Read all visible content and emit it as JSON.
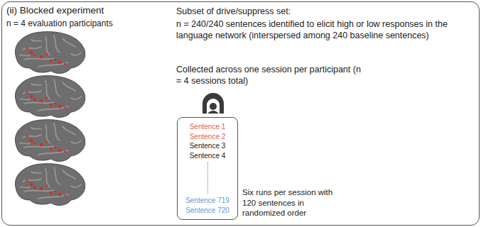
{
  "diagram": {
    "nodes": [
      {
        "text": [
          "(ii) Blocked experiment",
          "n = 4 evaluation participants"
        ]
      },
      {
        "text": [
          "Sentence 1",
          "Sentence 2",
          "Sentence 3",
          "Sentence 4",
          "Sentence 719",
          "Sentence 720"
        ],
        "in": 0
      }
    ],
    "labels": [
      "Subset of drive/suppress set:",
      "n = 240/240 sentences identified to elicit high or low responses in the language network (interspersed among 240 baseline sentences)",
      "Collected across one session per participant (n = 4 sessions total)",
      "Six runs per session with 120 sentences in randomized order"
    ]
  }
}
